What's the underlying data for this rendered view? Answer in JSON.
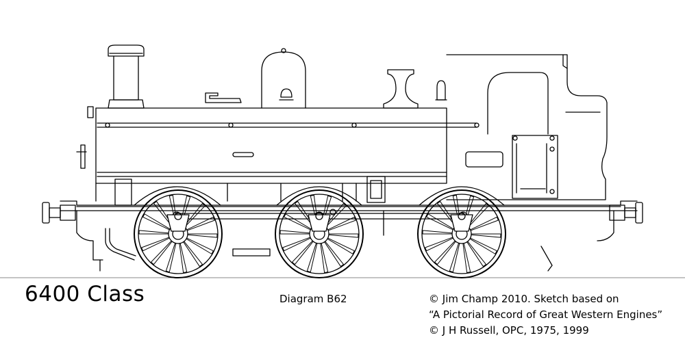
{
  "title": "6400 Class",
  "diagram": "Diagram B62",
  "credits": [
    "© Jim Champ 2010. Sketch based on",
    "“A Pictorial Record of Great Western Engines”",
    "© J H Russell, OPC, 1975, 1999"
  ]
}
